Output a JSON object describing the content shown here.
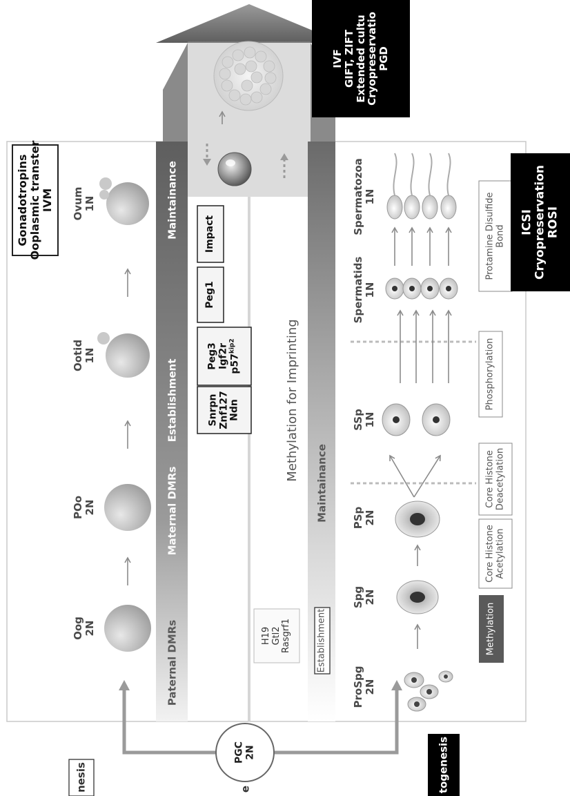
{
  "stages_oo": [
    {
      "name": "Oog",
      "ploidy": "2N"
    },
    {
      "name": "POo",
      "ploidy": "2N"
    },
    {
      "name": "Ootid",
      "ploidy": "1N"
    },
    {
      "name": "Ovum",
      "ploidy": "1N"
    }
  ],
  "stages_sp": [
    {
      "name": "ProSpg",
      "ploidy": "2N"
    },
    {
      "name": "Spg",
      "ploidy": "2N"
    },
    {
      "name": "PSp",
      "ploidy": "2N"
    },
    {
      "name": "SSp",
      "ploidy": "1N"
    },
    {
      "name": "Spermatids",
      "ploidy": "1N"
    },
    {
      "name": "Spermatozoa",
      "ploidy": "1N"
    }
  ],
  "female_band": {
    "paternal": "Paternal DMRs",
    "maternal": "Maternal DMRs",
    "establishment": "Establishment",
    "maintainance": "Maintainance"
  },
  "male_band": {
    "title": "Methylation for Imprinting",
    "maintainance": "Maintainance",
    "establishment": "Establishment"
  },
  "genes_maternal": [
    {
      "lines": "Snrpn\nZnf127\nNdn"
    },
    {
      "lines": "Peg3\nIgf2r\np57",
      "sup": "kip2"
    },
    {
      "lines": "Peg1"
    },
    {
      "lines": "Impact"
    }
  ],
  "genes_paternal": "H19\nGtl2\nRasgrf1",
  "process_boxes": [
    {
      "label": "Methylation",
      "dark": true
    },
    {
      "label": "Core Histone\nAcetylation",
      "dark": false
    },
    {
      "label": "Core Histone\nDeacetylation",
      "dark": false
    },
    {
      "label": "Phosphorylation",
      "dark": false
    },
    {
      "label": "Protamine Disulfide\nBond",
      "dark": false
    }
  ],
  "art_female": "Gonadotropins\nOoplasmic transter\nIVM",
  "art_ivf": "IVF\nGIFT, ZIFT\nExtended cultu\nCryopreservatio\nPGD",
  "art_icsi": "ICSI\nCryopreservation\nROSI",
  "pgc": {
    "label": "PGC",
    "ploidy": "2N"
  },
  "fragments": {
    "oogenesis": "nesis",
    "spermatogenesis": "togenesis",
    "left_edge": "e"
  },
  "colors": {
    "band_dark": "#6a6a6a",
    "arrow_gray": "#8a8a8a",
    "cell_gray": "#bdbdbd",
    "black_box": "#000000"
  }
}
